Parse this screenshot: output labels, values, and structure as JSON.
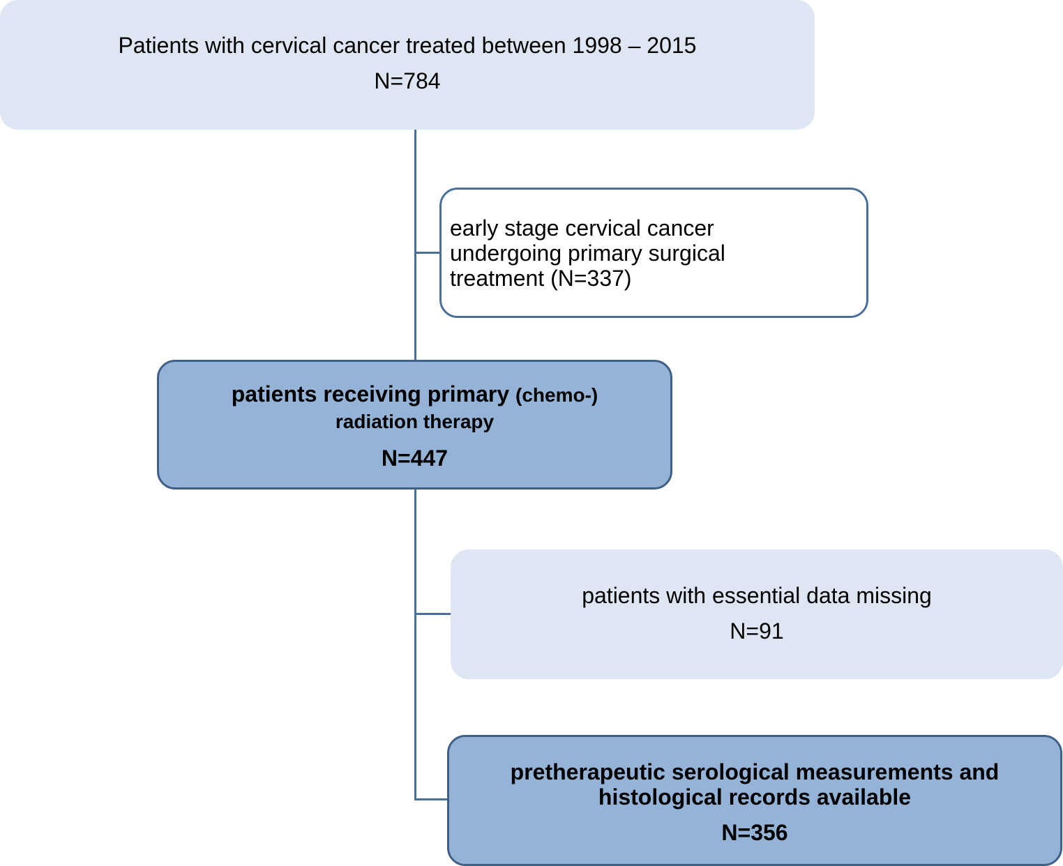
{
  "boxes": {
    "total": {
      "title": "Patients with cervical cancer treated between 1998 – 2015",
      "count": "N=784"
    },
    "surgical": {
      "line1": "early stage cervical cancer",
      "line2": "undergoing primary surgical",
      "line3": "treatment (N=337)"
    },
    "radiation": {
      "title_main": "patients receiving primary ",
      "title_paren": "(chemo-)",
      "title_line2": "radiation therapy",
      "count": "N=447"
    },
    "missing": {
      "title": "patients with essential data missing",
      "count": "N=91"
    },
    "final": {
      "line1": "pretherapeutic serological measurements and",
      "line2": "histological records available",
      "count": "N=356"
    }
  },
  "colors": {
    "light_fill": "#dde6f2",
    "mid_fill": "#95b3d7",
    "connector": "#4a6f9c"
  }
}
